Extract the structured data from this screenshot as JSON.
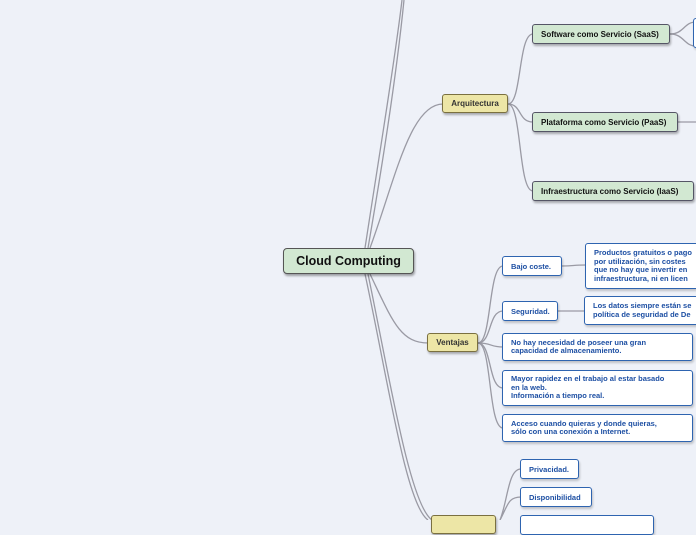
{
  "root": {
    "title": "Cloud Computing"
  },
  "arquitectura": {
    "label": "Arquitectura",
    "items": [
      "Software como Servicio (SaaS)",
      "Plataforma como Servicio (PaaS)",
      "Infraestructura como Servicio (IaaS)"
    ]
  },
  "ventajas": {
    "label": "Ventajas",
    "bajo_coste": {
      "label": "Bajo coste.",
      "detail": "Productos gratuitos o pago\npor utilización, sin costes\nque no hay que invertir en\ninfraestructura, ni en licen"
    },
    "seguridad": {
      "label": "Seguridad.",
      "detail": "Los datos siempre están se\npolítica de seguridad de De"
    },
    "items": [
      "No hay necesidad de poseer una gran\ncapacidad de almacenamiento.",
      "Mayor rapidez en el trabajo al estar basado\nen la web.\nInformación a tiempo real.",
      "Acceso cuando quieras y donde quieras,\nsólo con una conexión a Internet."
    ]
  },
  "desventajas": {
    "items": [
      "Privacidad.",
      "Disponibilidad"
    ]
  },
  "colors": {
    "root_fill": "#d2e8d2",
    "category_fill": "#ede6a6",
    "detail_border": "#2e64b0",
    "connector": "#9a9aa4",
    "background": "#eef1f8"
  }
}
